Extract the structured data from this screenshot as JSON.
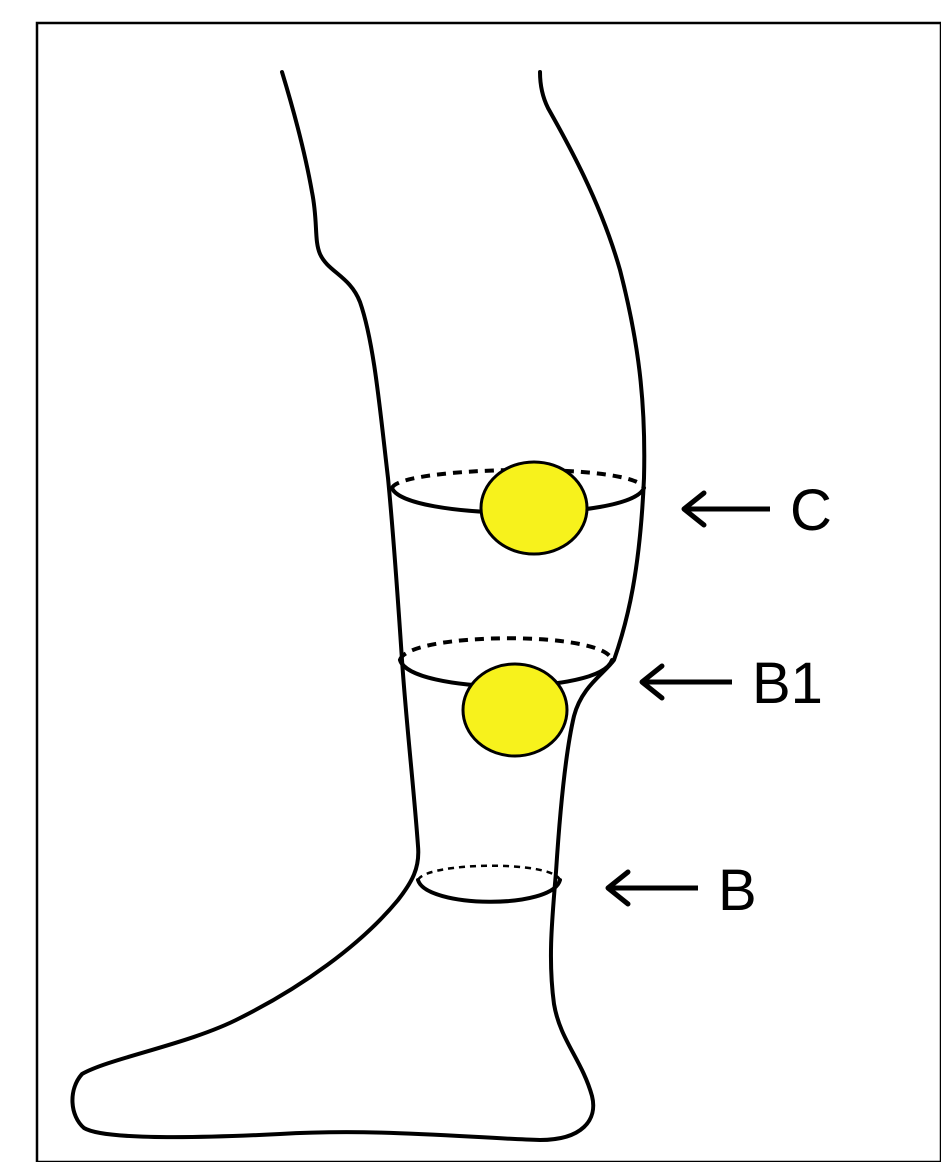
{
  "diagram": {
    "levels": [
      {
        "id": "C",
        "label": "C",
        "has_electrode": true
      },
      {
        "id": "B1",
        "label": "B1",
        "has_electrode": true
      },
      {
        "id": "B",
        "label": "B",
        "has_electrode": false
      }
    ],
    "colors": {
      "electrode_fill": "#f7f21c",
      "line": "#000000",
      "background": "#ffffff"
    }
  }
}
